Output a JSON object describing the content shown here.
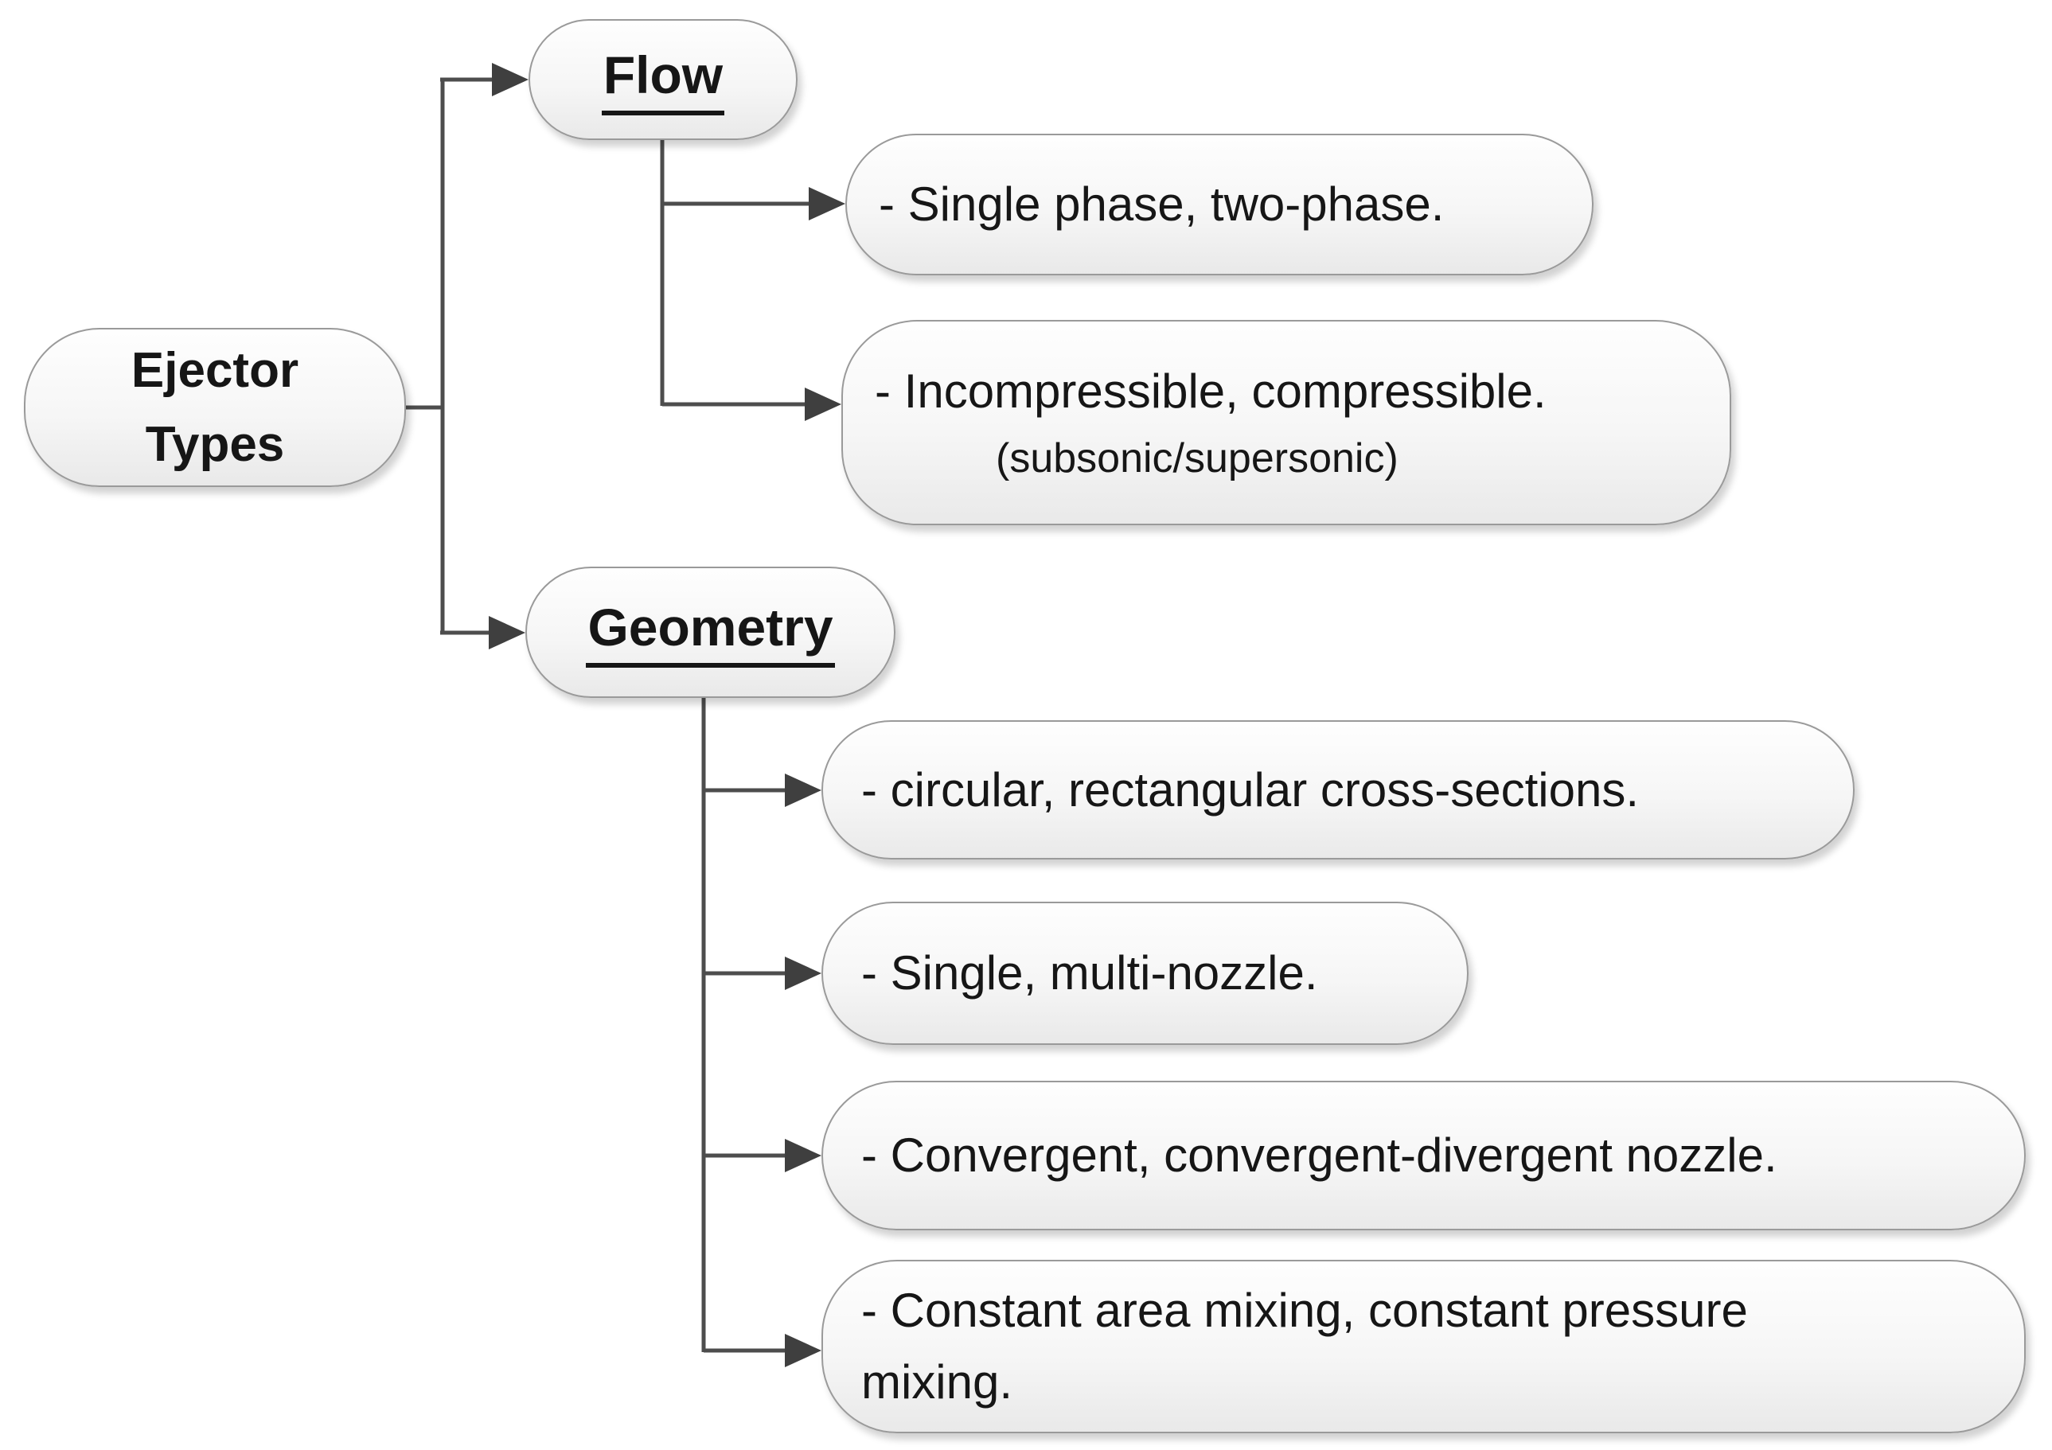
{
  "title": "Ejector Types diagram",
  "colors": {
    "background": "#ffffff",
    "node_fill_top": "#fefefe",
    "node_fill_bottom": "#e9e9e9",
    "node_border": "#9a9a9a",
    "connector": "#4d4d4d",
    "arrowhead": "#3f3f3f",
    "text": "#161616"
  },
  "nodes": {
    "root": {
      "line1": "Ejector",
      "line2": "Types"
    },
    "flow": {
      "label": "Flow"
    },
    "geometry": {
      "label": "Geometry"
    },
    "flow_item_1": {
      "label": "- Single phase, two-phase."
    },
    "flow_item_2": {
      "line1": "- Incompressible, compressible.",
      "line2": "(subsonic/supersonic)"
    },
    "geometry_item_1": {
      "label": "- circular, rectangular cross-sections."
    },
    "geometry_item_2": {
      "label": "- Single, multi-nozzle."
    },
    "geometry_item_3": {
      "label": "- Convergent, convergent-divergent nozzle."
    },
    "geometry_item_4": {
      "line1": "- Constant area mixing, constant pressure",
      "line2": "mixing."
    }
  }
}
